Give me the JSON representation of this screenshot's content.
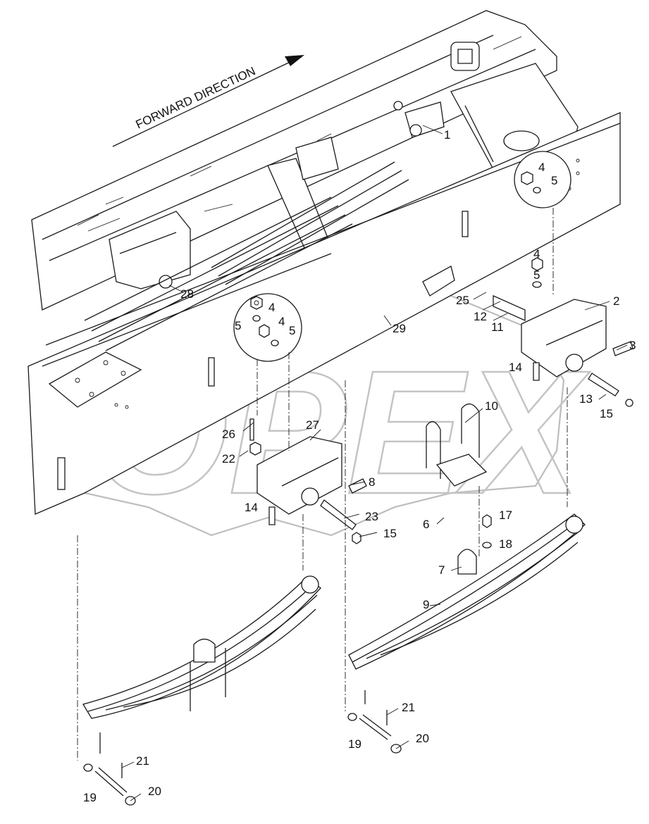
{
  "direction_label": "FORWARD DIRECTION",
  "watermark_text": "OPEX",
  "callouts": [
    {
      "id": "c1",
      "text": "1"
    },
    {
      "id": "c2",
      "text": "2"
    },
    {
      "id": "c3",
      "text": "3"
    },
    {
      "id": "c4a",
      "text": "4"
    },
    {
      "id": "c4b",
      "text": "4"
    },
    {
      "id": "c4c",
      "text": "4"
    },
    {
      "id": "c4d",
      "text": "4"
    },
    {
      "id": "c5a",
      "text": "5"
    },
    {
      "id": "c5b",
      "text": "5"
    },
    {
      "id": "c5c",
      "text": "5"
    },
    {
      "id": "c5d",
      "text": "5"
    },
    {
      "id": "c6",
      "text": "6"
    },
    {
      "id": "c7",
      "text": "7"
    },
    {
      "id": "c8",
      "text": "8"
    },
    {
      "id": "c9",
      "text": "9"
    },
    {
      "id": "c10",
      "text": "10"
    },
    {
      "id": "c11",
      "text": "11"
    },
    {
      "id": "c12",
      "text": "12"
    },
    {
      "id": "c13",
      "text": "13"
    },
    {
      "id": "c14a",
      "text": "14"
    },
    {
      "id": "c14b",
      "text": "14"
    },
    {
      "id": "c15a",
      "text": "15"
    },
    {
      "id": "c15b",
      "text": "15"
    },
    {
      "id": "c17",
      "text": "17"
    },
    {
      "id": "c18",
      "text": "18"
    },
    {
      "id": "c19a",
      "text": "19"
    },
    {
      "id": "c19b",
      "text": "19"
    },
    {
      "id": "c20a",
      "text": "20"
    },
    {
      "id": "c20b",
      "text": "20"
    },
    {
      "id": "c21a",
      "text": "21"
    },
    {
      "id": "c21b",
      "text": "21"
    },
    {
      "id": "c22",
      "text": "22"
    },
    {
      "id": "c23",
      "text": "23"
    },
    {
      "id": "c25",
      "text": "25"
    },
    {
      "id": "c26",
      "text": "26"
    },
    {
      "id": "c27",
      "text": "27"
    },
    {
      "id": "c28",
      "text": "28"
    },
    {
      "id": "c29",
      "text": "29"
    }
  ]
}
